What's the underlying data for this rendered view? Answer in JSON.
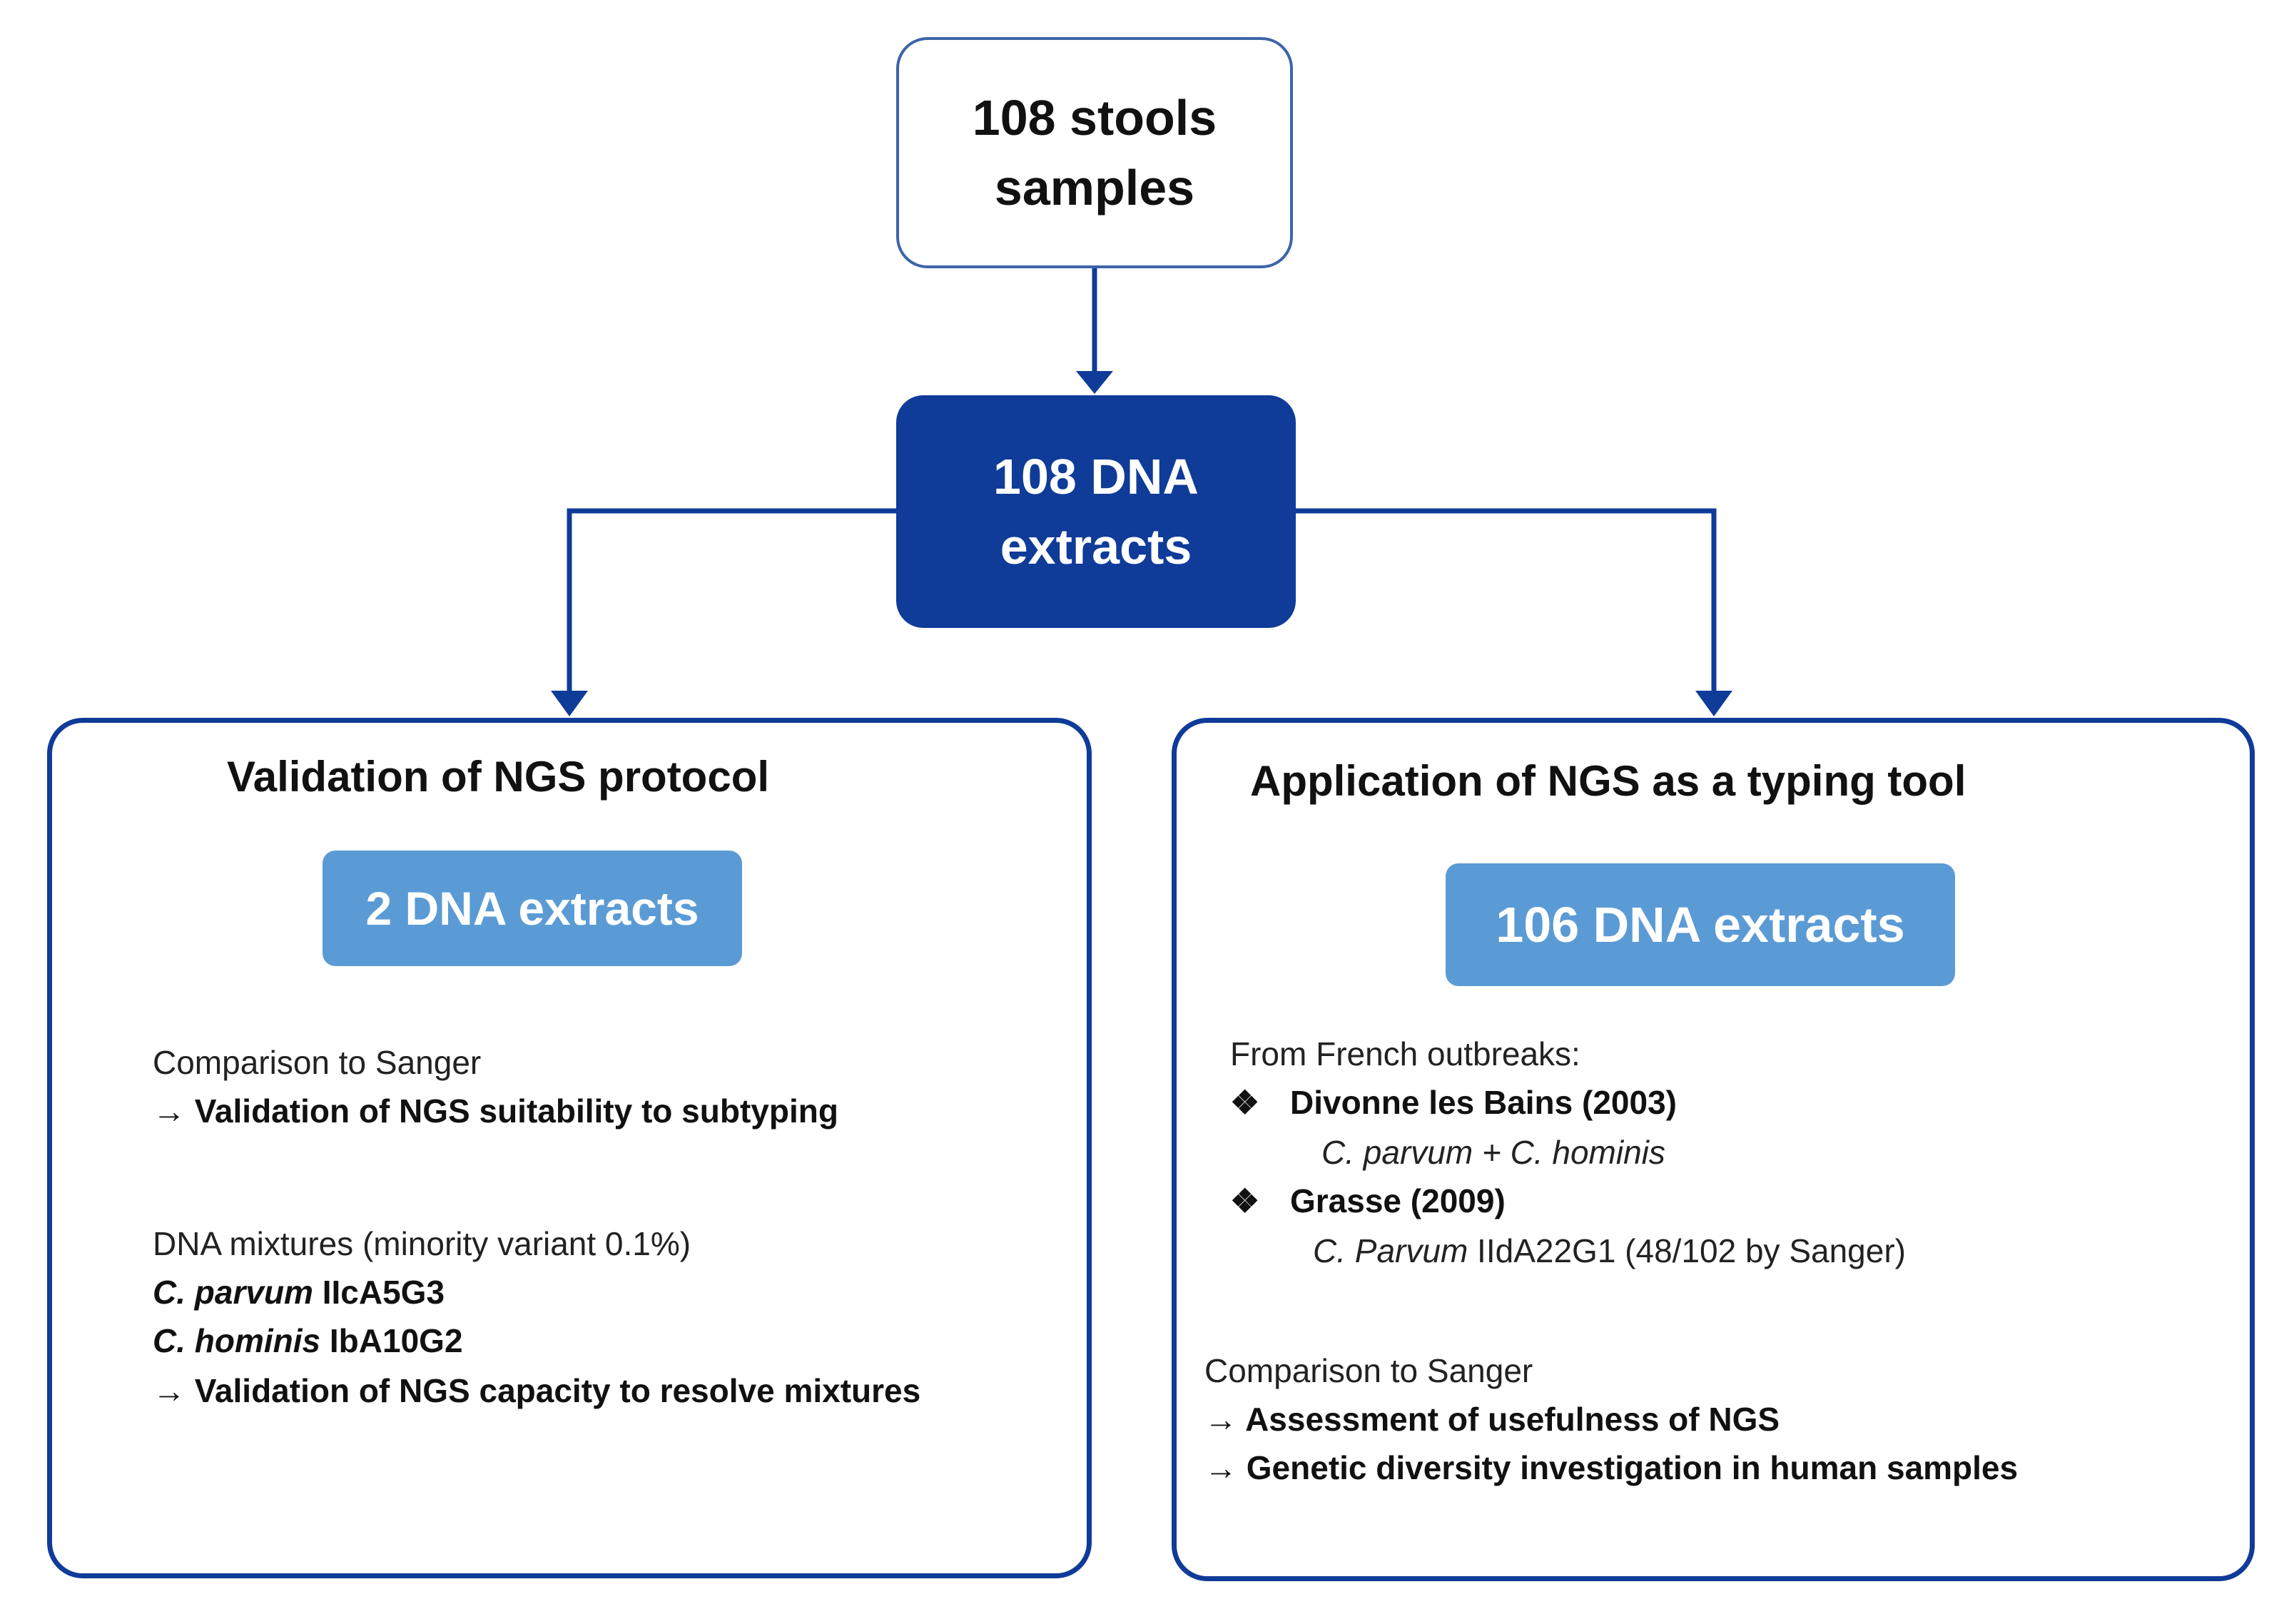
{
  "top_box": {
    "line1": "108 stools",
    "line2": "samples"
  },
  "middle_box": {
    "line1": "108 DNA",
    "line2": "extracts"
  },
  "left_panel": {
    "title": "Validation of NGS protocol",
    "pill": "2 DNA extracts",
    "comparison_label": "Comparison to Sanger",
    "comparison_result": "Validation of NGS suitability to subtyping",
    "mixtures_label": "DNA mixtures (minority variant 0.1%)",
    "species1_name": "C. parvum",
    "species1_type": " IIcA5G3",
    "species2_name": "C. hominis",
    "species2_type": " IbA10G2",
    "mixtures_result": "Validation of NGS capacity to resolve mixtures"
  },
  "right_panel": {
    "title": "Application of NGS as a typing tool",
    "pill": "106 DNA extracts",
    "outbreaks_label": "From French outbreaks:",
    "outbreak1": "Divonne  les Bains (2003)",
    "outbreak1_detail": "C. parvum + C. hominis",
    "outbreak2": "Grasse (2009)",
    "outbreak2_species": "C. Parvum",
    "outbreak2_detail": " IIdA22G1   (48/102 by Sanger)",
    "comparison_label": "Comparison to Sanger",
    "result1": "Assessment of usefulness of NGS",
    "result2": "Genetic diversity investigation in human samples"
  },
  "glyphs": {
    "arrow": "→",
    "bullet": "❖"
  },
  "colors": {
    "dark_blue": "#0f3b99",
    "light_blue": "#5b9bd5",
    "outline_blue": "#3d64a8"
  }
}
